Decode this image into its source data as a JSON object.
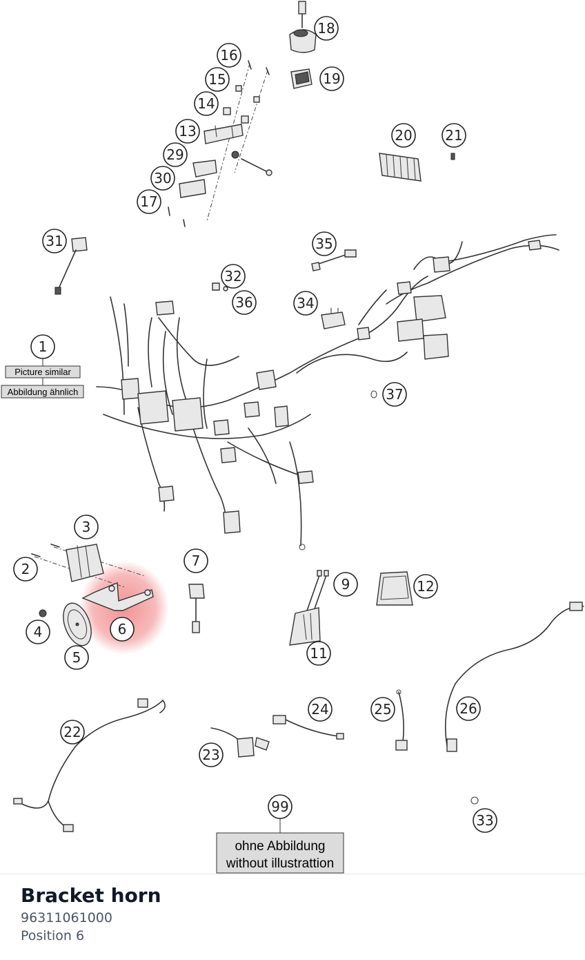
{
  "diagram": {
    "callouts": [
      {
        "id": "c18",
        "num": "18"
      },
      {
        "id": "c19",
        "num": "19"
      },
      {
        "id": "c16",
        "num": "16"
      },
      {
        "id": "c15",
        "num": "15"
      },
      {
        "id": "c14",
        "num": "14"
      },
      {
        "id": "c13",
        "num": "13"
      },
      {
        "id": "c29",
        "num": "29"
      },
      {
        "id": "c30",
        "num": "30"
      },
      {
        "id": "c17",
        "num": "17"
      },
      {
        "id": "c20",
        "num": "20"
      },
      {
        "id": "c21",
        "num": "21"
      },
      {
        "id": "c31",
        "num": "31"
      },
      {
        "id": "c35",
        "num": "35"
      },
      {
        "id": "c32",
        "num": "32"
      },
      {
        "id": "c36",
        "num": "36"
      },
      {
        "id": "c34",
        "num": "34"
      },
      {
        "id": "c1",
        "num": "1"
      },
      {
        "id": "c37",
        "num": "37"
      },
      {
        "id": "c3",
        "num": "3"
      },
      {
        "id": "c2",
        "num": "2"
      },
      {
        "id": "c7",
        "num": "7"
      },
      {
        "id": "c9",
        "num": "9"
      },
      {
        "id": "c12",
        "num": "12"
      },
      {
        "id": "c4",
        "num": "4"
      },
      {
        "id": "c6",
        "num": "6"
      },
      {
        "id": "c5",
        "num": "5"
      },
      {
        "id": "c11",
        "num": "11"
      },
      {
        "id": "c24",
        "num": "24"
      },
      {
        "id": "c25",
        "num": "25"
      },
      {
        "id": "c26",
        "num": "26"
      },
      {
        "id": "c22",
        "num": "22"
      },
      {
        "id": "c23",
        "num": "23"
      },
      {
        "id": "c99",
        "num": "99"
      },
      {
        "id": "c33",
        "num": "33"
      }
    ],
    "picture_similar": "Picture similar",
    "abbildung_aehnlich": "Abbildung ähnlich",
    "ohne_abbildung": "ohne Abbildung",
    "without_illustration": "without illustrattion",
    "highlight_color": "#e8393c"
  },
  "part": {
    "name": "Bracket horn",
    "number": "96311061000",
    "position": "Position 6"
  }
}
